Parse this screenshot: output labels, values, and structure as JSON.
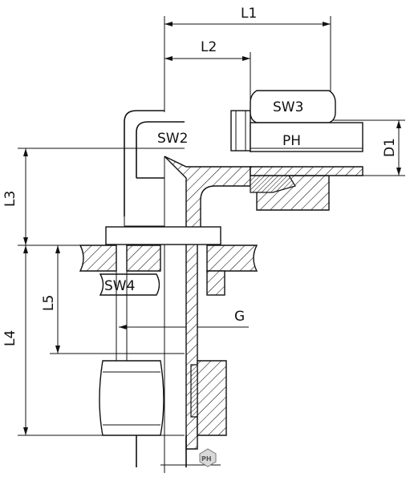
{
  "labels": {
    "L1": "L1",
    "L2": "L2",
    "L3": "L3",
    "L4": "L4",
    "L5": "L5",
    "SW2": "SW2",
    "SW3": "SW3",
    "SW4": "SW4",
    "PH": "PH",
    "D1": "D1",
    "G": "G"
  },
  "logo": {
    "text": "PH"
  },
  "colors": {
    "line": "#111111",
    "background": "#ffffff",
    "logo": "#555555"
  }
}
